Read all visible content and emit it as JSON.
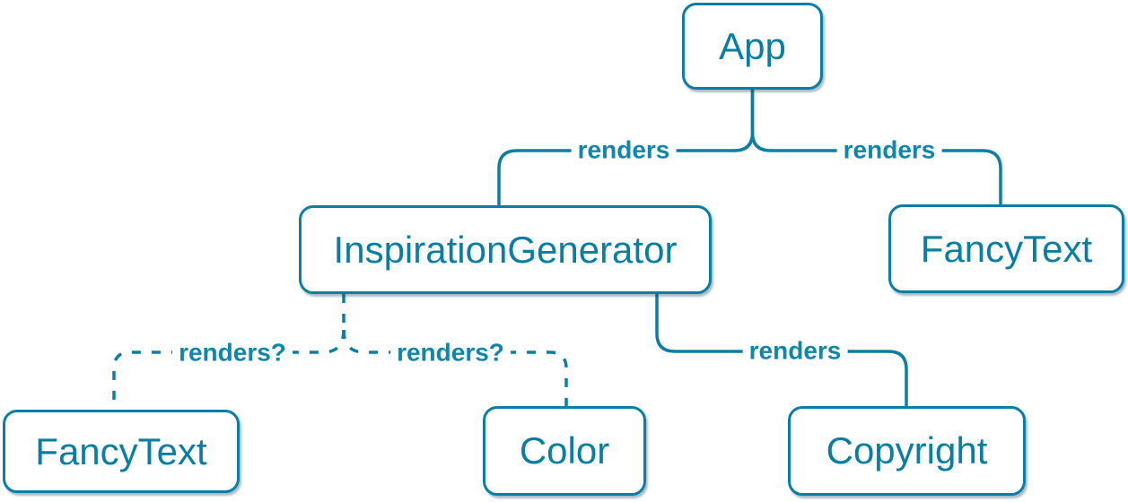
{
  "diagram": {
    "type": "component-render-tree",
    "colors": {
      "background": "#ffffff",
      "node_fill": "#ffffff",
      "node_border": "#0a7ea4",
      "node_text": "#087ea4",
      "edge_stroke": "#0a7ea4",
      "edge_label_text": "#0f87ad"
    },
    "nodes": [
      {
        "id": "app",
        "label": "App"
      },
      {
        "id": "inspiration-generator",
        "label": "InspirationGenerator"
      },
      {
        "id": "fancy-text-top",
        "label": "FancyText"
      },
      {
        "id": "fancy-text-bottom",
        "label": "FancyText"
      },
      {
        "id": "color",
        "label": "Color"
      },
      {
        "id": "copyright",
        "label": "Copyright"
      }
    ],
    "edges": [
      {
        "from": "App",
        "to": "InspirationGenerator",
        "label": "renders",
        "style": "solid"
      },
      {
        "from": "App",
        "to": "FancyText",
        "label": "renders",
        "style": "solid"
      },
      {
        "from": "InspirationGenerator",
        "to": "FancyText",
        "label": "renders?",
        "style": "dashed"
      },
      {
        "from": "InspirationGenerator",
        "to": "Color",
        "label": "renders?",
        "style": "dashed"
      },
      {
        "from": "InspirationGenerator",
        "to": "Copyright",
        "label": "renders",
        "style": "solid"
      }
    ]
  }
}
